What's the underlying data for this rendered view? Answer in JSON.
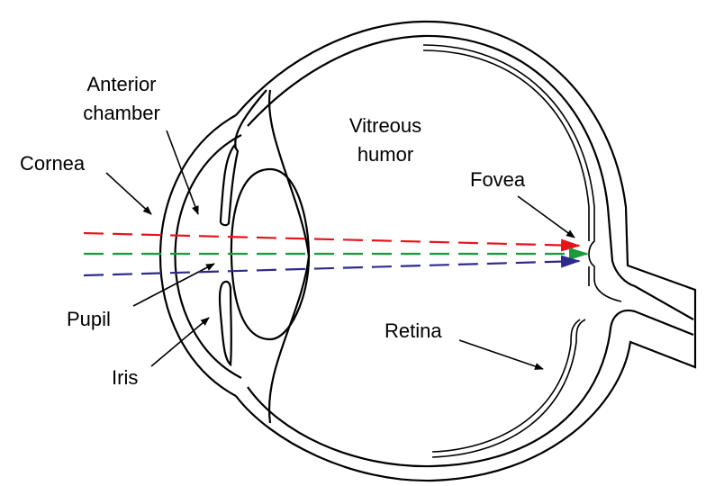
{
  "labels": {
    "anterior_chamber": [
      "Anterior",
      "chamber"
    ],
    "vitreous_humor": [
      "Vitreous",
      "humor"
    ],
    "cornea": "Cornea",
    "fovea": "Fovea",
    "pupil": "Pupil",
    "iris": "Iris",
    "retina": "Retina"
  },
  "colors": {
    "ray_top": "#e8141c",
    "ray_middle": "#1a9b3a",
    "ray_bottom": "#2e2a8c",
    "outline": "#000000"
  }
}
